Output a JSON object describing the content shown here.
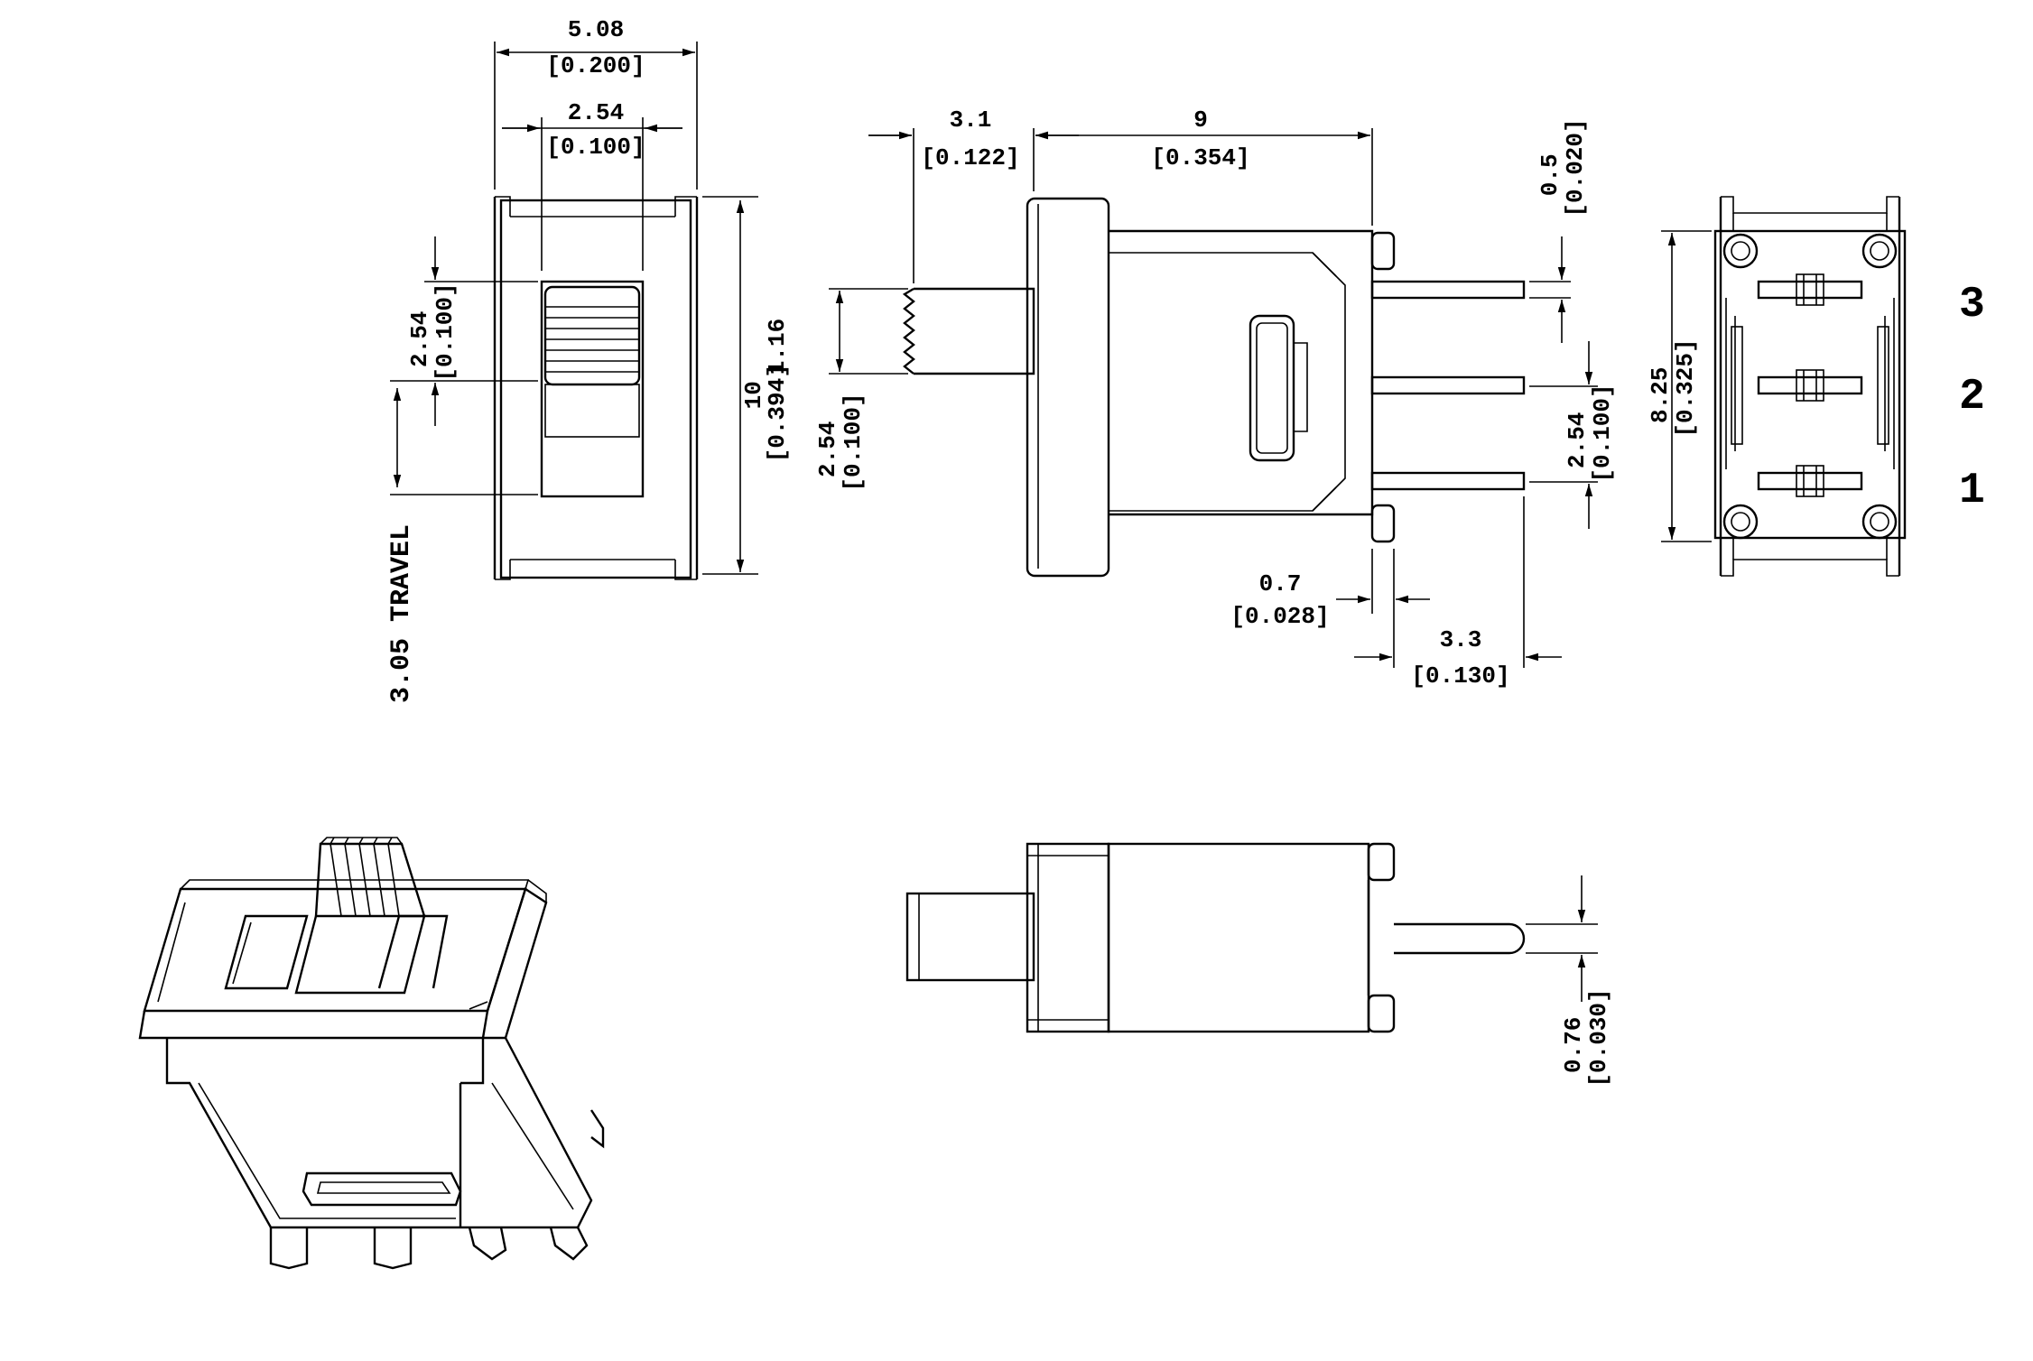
{
  "drawing": {
    "dims": {
      "top_width": {
        "mm": "5.08",
        "in": "[0.200]"
      },
      "top_knob_width": {
        "mm": "2.54",
        "in": "[0.100]"
      },
      "top_knob_height": {
        "mm": "2.54",
        "in": "[0.100]"
      },
      "top_height": {
        "mm": "10",
        "in": "[0.394]",
        "extra": "1.16"
      },
      "travel": "3.05 TRAVEL",
      "side_actuator_ext": {
        "mm": "3.1",
        "in": "[0.122]"
      },
      "side_body_length": {
        "mm": "9",
        "in": "[0.354]"
      },
      "side_actuator_height": {
        "mm": "2.54",
        "in": "[0.100]"
      },
      "side_pin_thickness": {
        "mm": "0.5",
        "in": "[0.020]"
      },
      "side_pin_pitch": {
        "mm": "2.54",
        "in": "[0.100]"
      },
      "side_standoff": {
        "mm": "0.7",
        "in": "[0.028]"
      },
      "side_pin_length": {
        "mm": "3.3",
        "in": "[0.130]"
      },
      "end_height": {
        "mm": "8.25",
        "in": "[0.325]"
      },
      "bottom_pin_width": {
        "mm": "0.76",
        "in": "[0.030]"
      }
    },
    "pin_numbers": [
      "3",
      "2",
      "1"
    ]
  }
}
